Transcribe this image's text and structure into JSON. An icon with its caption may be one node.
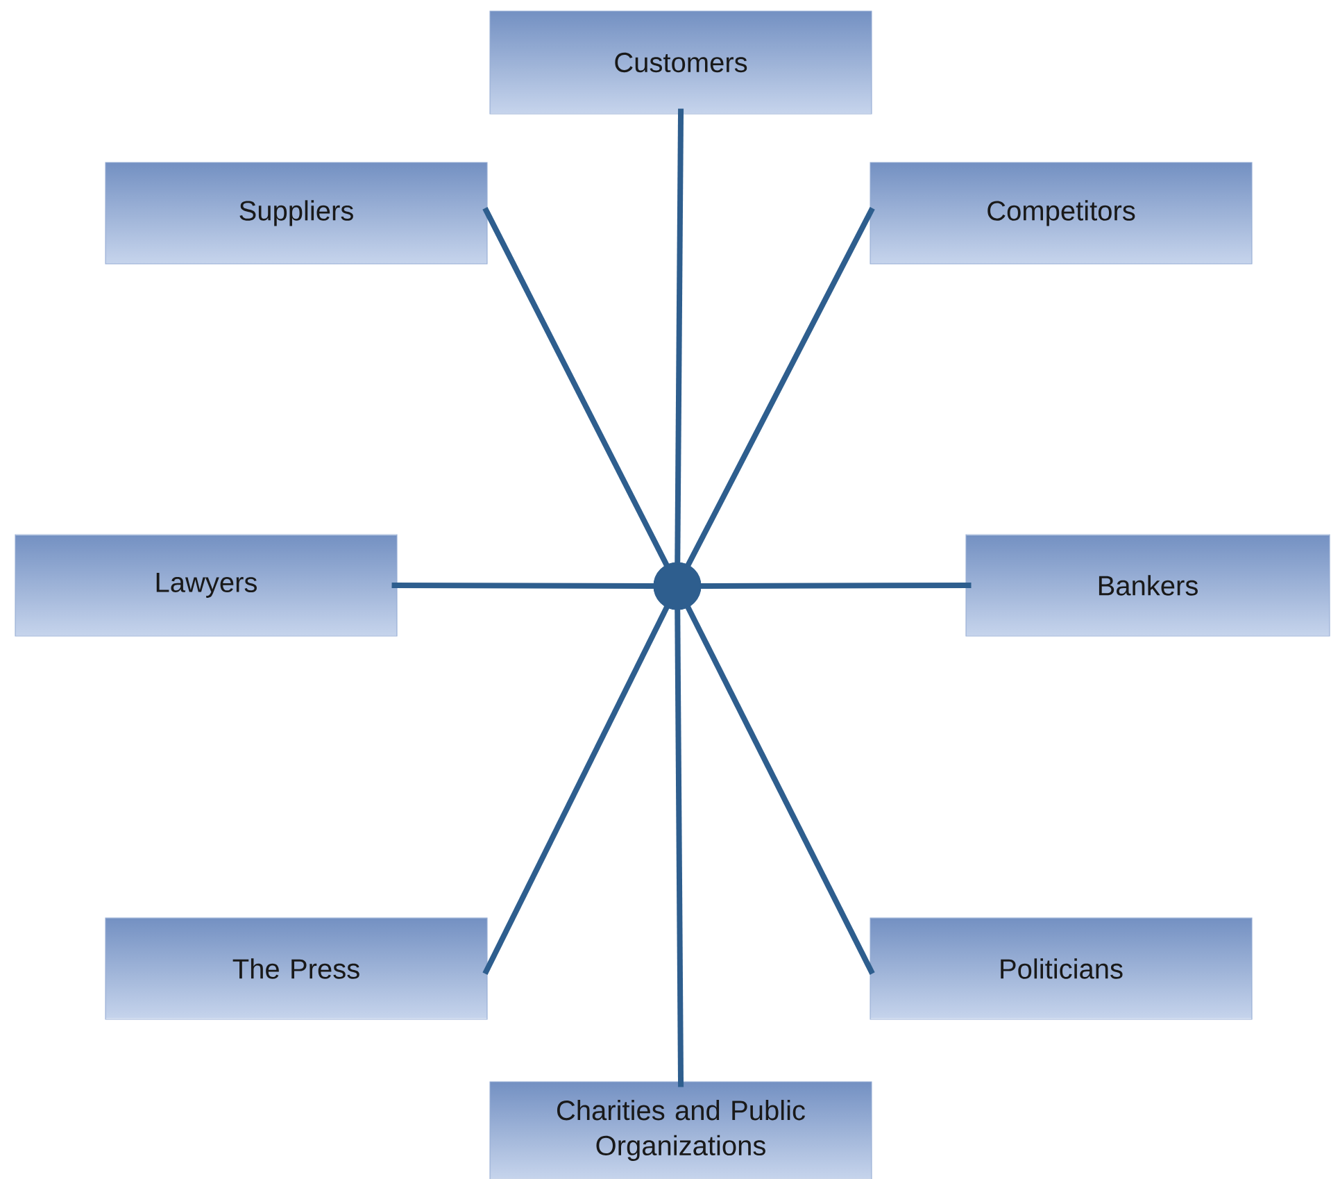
{
  "diagram": {
    "nodes": [
      {
        "text": [
          "Customers"
        ]
      },
      {
        "text": [
          "Suppliers"
        ]
      },
      {
        "text": [
          "Competitors"
        ]
      },
      {
        "text": [
          "Lawyers"
        ]
      },
      {
        "text": [],
        "shape": "circle"
      },
      {
        "text": [
          "Bankers"
        ]
      },
      {
        "text": [
          "The Press"
        ]
      },
      {
        "text": [
          "Politicians"
        ]
      },
      {
        "text": [
          "Charities and Public Organizations"
        ]
      }
    ],
    "edges": [
      {
        "from": 4,
        "to": 0,
        "arrow": "none"
      },
      {
        "from": 4,
        "to": 1,
        "arrow": "none"
      },
      {
        "from": 4,
        "to": 2,
        "arrow": "none"
      },
      {
        "from": 4,
        "to": 3,
        "arrow": "none"
      },
      {
        "from": 4,
        "to": 5,
        "arrow": "none"
      },
      {
        "from": 4,
        "to": 6,
        "arrow": "none"
      },
      {
        "from": 4,
        "to": 7,
        "arrow": "none"
      },
      {
        "from": 4,
        "to": 8,
        "arrow": "none"
      }
    ]
  }
}
